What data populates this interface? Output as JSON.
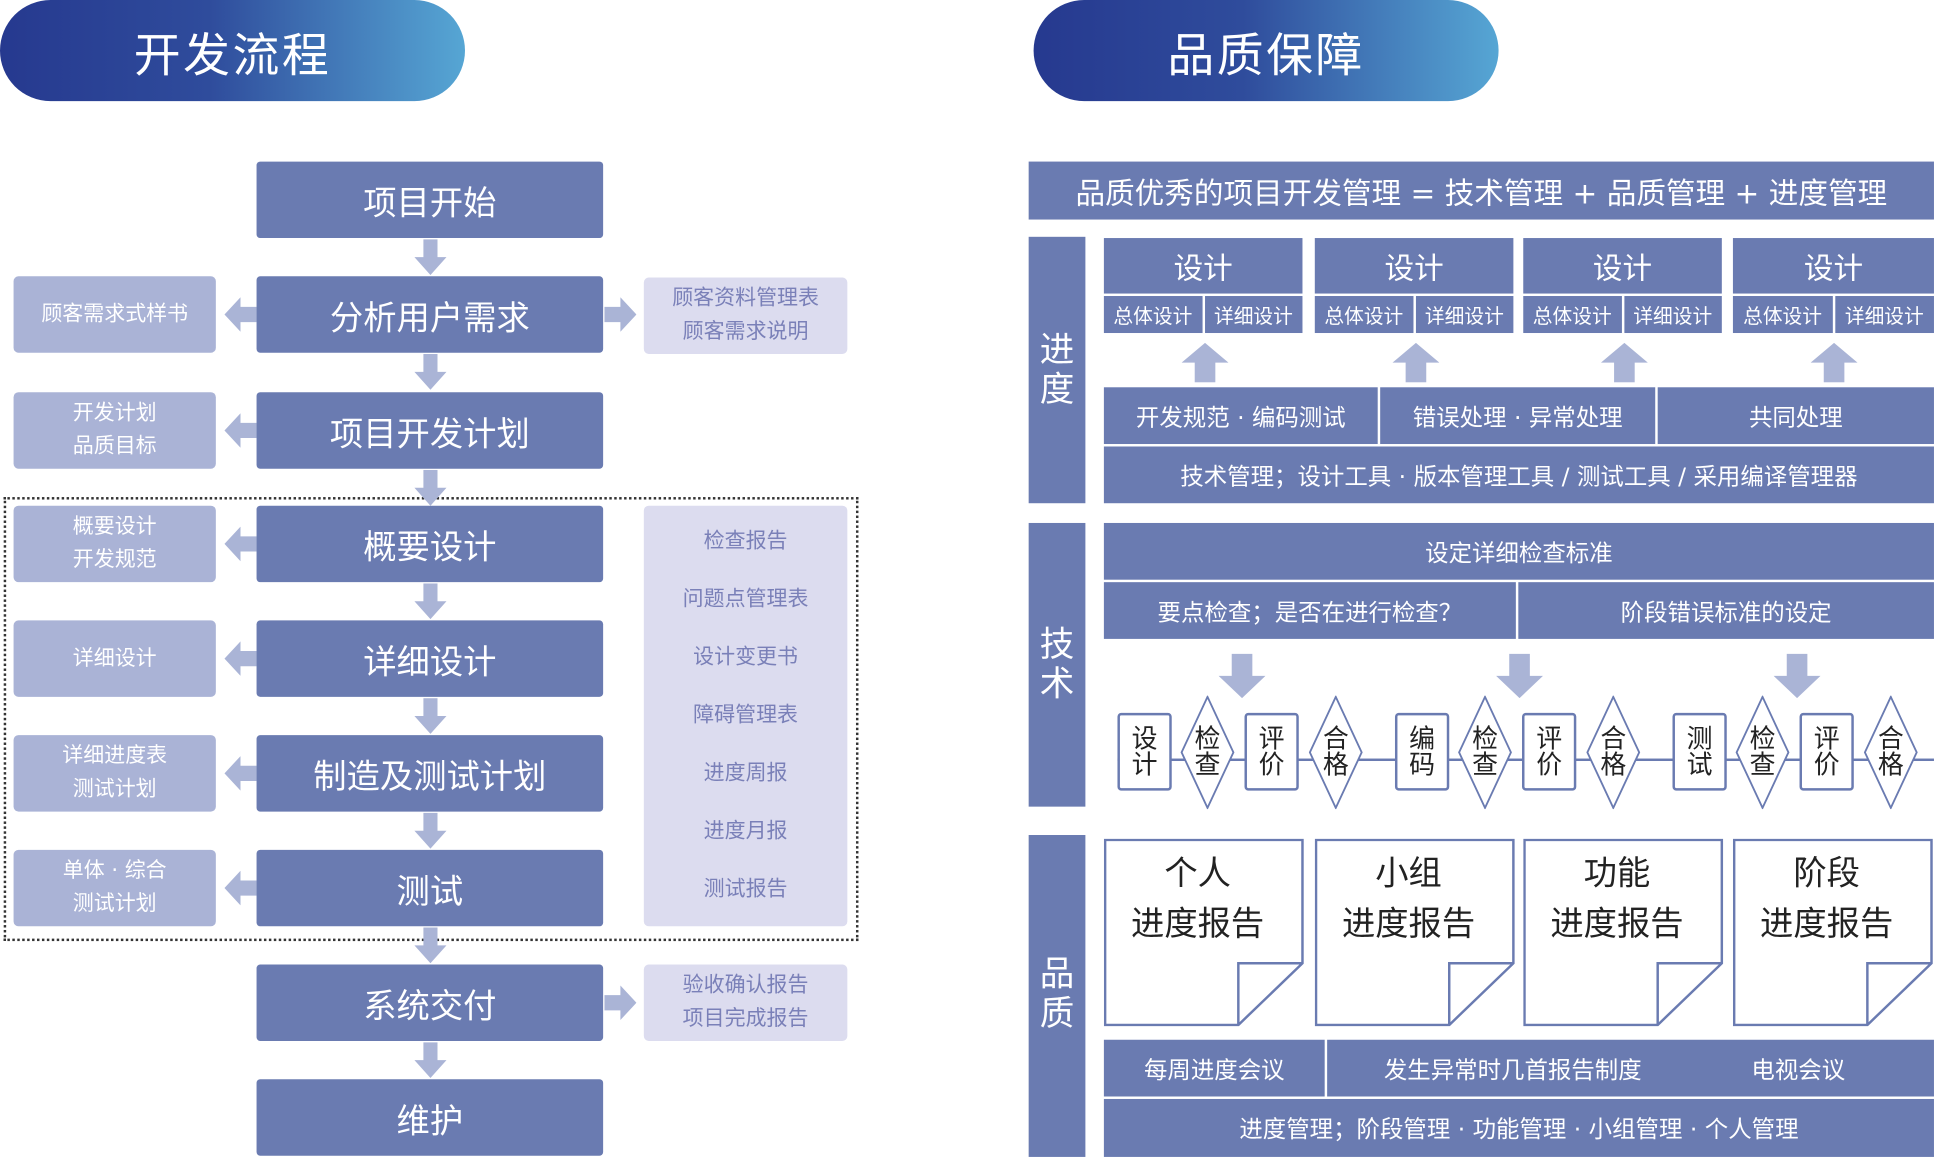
{
  "left": {
    "title": "开发流程",
    "steps": [
      "项目开始",
      "分析用户需求",
      "项目开发计划",
      "概要设计",
      "详细设计",
      "制造及测试计划",
      "测试",
      "系统交付",
      "维护"
    ],
    "inputs": [
      [
        "顾客需求式样书"
      ],
      [
        "开发计划",
        "品质目标"
      ],
      [
        "概要设计",
        "开发规范"
      ],
      [
        "详细设计"
      ],
      [
        "详细进度表",
        "测试计划"
      ],
      [
        "单体 · 综合",
        "测试计划"
      ]
    ],
    "outputs_top": [
      "顾客资料管理表",
      "顾客需求说明"
    ],
    "outputs_list": [
      "检查报告",
      "问题点管理表",
      "设计变更书",
      "障碍管理表",
      "进度周报",
      "进度月报",
      "测试报告"
    ],
    "outputs_bottom": [
      "验收确认报告",
      "项目完成报告"
    ]
  },
  "right": {
    "title": "品质保障",
    "formula": "品质优秀的项目开发管理 = 技术管理 + 品质管理 + 进度管理",
    "progress": {
      "label": [
        "进",
        "度"
      ],
      "design_title": "设计",
      "design_sub": [
        "总体设计",
        "详细设计"
      ],
      "row1": [
        "开发规范 · 编码测试",
        "错误处理 · 异常处理",
        "共同处理"
      ],
      "row2": "技术管理；设计工具 · 版本管理工具 / 测试工具 / 采用编译管理器"
    },
    "tech": {
      "label": [
        "技",
        "术"
      ],
      "row1": "设定详细检查标准",
      "row2": [
        "要点检查；是否在进行检查？",
        "阶段错误标准的设定"
      ],
      "flows": [
        [
          [
            "设",
            "计"
          ],
          [
            "检",
            "查"
          ],
          [
            "评",
            "价"
          ],
          [
            "合",
            "格"
          ]
        ],
        [
          [
            "编",
            "码"
          ],
          [
            "检",
            "查"
          ],
          [
            "评",
            "价"
          ],
          [
            "合",
            "格"
          ]
        ],
        [
          [
            "测",
            "试"
          ],
          [
            "检",
            "查"
          ],
          [
            "评",
            "价"
          ],
          [
            "合",
            "格"
          ]
        ]
      ]
    },
    "quality": {
      "label": [
        "品",
        "质"
      ],
      "docs": [
        [
          "个人",
          "进度报告"
        ],
        [
          "小组",
          "进度报告"
        ],
        [
          "功能",
          "进度报告"
        ],
        [
          "阶段",
          "进度报告"
        ]
      ],
      "row1": [
        "每周进度会议",
        "发生异常时几首报告制度",
        "电视会议"
      ],
      "row2": "进度管理；阶段管理 · 功能管理 · 小组管理 · 个人管理"
    }
  },
  "colors": {
    "primary": "#6a7bb1",
    "arrow": "#aab4d6",
    "light": "#dcdcef",
    "header_dark": "#26398f",
    "header_light": "#56a6d4"
  }
}
